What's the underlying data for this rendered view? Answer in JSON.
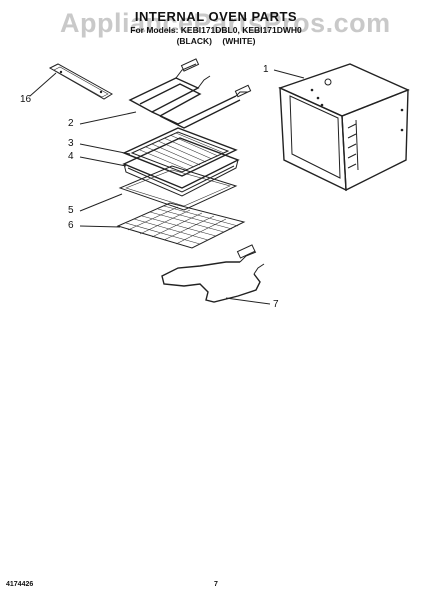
{
  "watermark": "AppliancePartsPros.com",
  "header": {
    "title": "INTERNAL OVEN PARTS",
    "models": "For Models: KEBI171DBL0, KEBI171DWH0",
    "color_black": "(BLACK)",
    "color_white": "(WHITE)"
  },
  "callouts": [
    {
      "id": "1",
      "label": "1",
      "part": "oven liner"
    },
    {
      "id": "2",
      "label": "2",
      "part": "broil element"
    },
    {
      "id": "3",
      "label": "3",
      "part": "broiler grid"
    },
    {
      "id": "4",
      "label": "4",
      "part": "broiler pan"
    },
    {
      "id": "5",
      "label": "5",
      "part": "oven rack (flat)"
    },
    {
      "id": "6",
      "label": "6",
      "part": "oven rack"
    },
    {
      "id": "7",
      "label": "7",
      "part": "bake element"
    },
    {
      "id": "16",
      "label": "16",
      "part": "bracket"
    }
  ],
  "footer": {
    "doc_number": "4174426",
    "page_number": "7"
  }
}
